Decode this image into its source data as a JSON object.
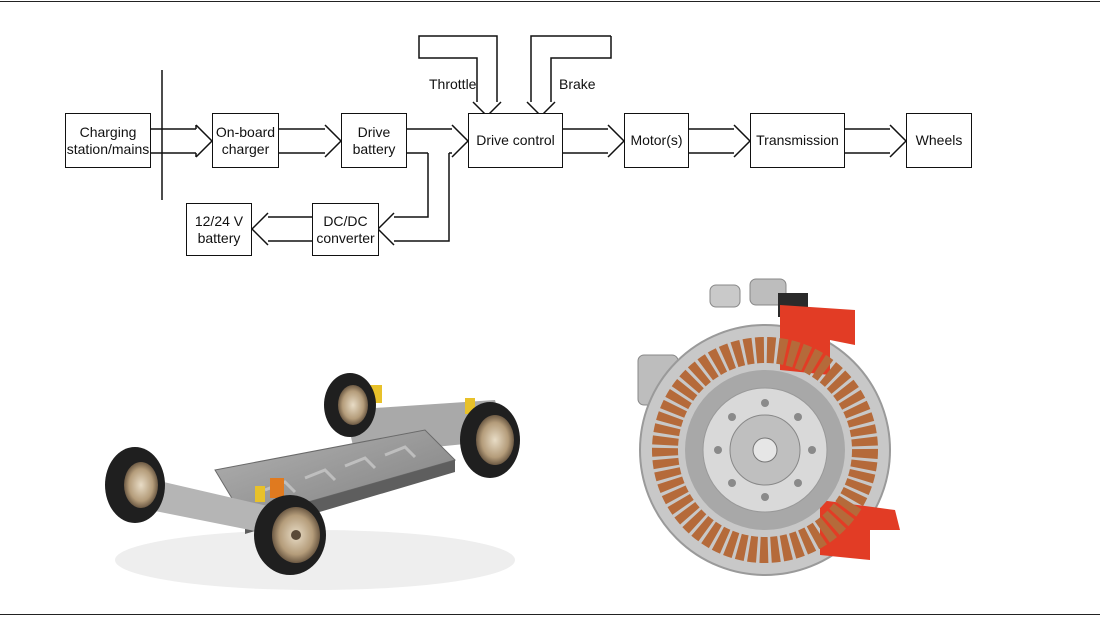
{
  "diagram": {
    "nodes": {
      "charging": "Charging\nstation/mains",
      "onboard": "On-board\ncharger",
      "battery": "Drive\nbattery",
      "control": "Drive control",
      "motor": "Motor(s)",
      "transmission": "Transmission",
      "wheels": "Wheels",
      "dcdc": "DC/DC\nconverter",
      "aux": "12/24 V\nbattery"
    },
    "inputs": {
      "throttle": "Throttle",
      "brake": "Brake"
    }
  },
  "photos": {
    "left": {
      "subject": "EV skateboard chassis with battery pack",
      "colors": {
        "battery": "#9c9c9c",
        "frame": "#b8b8b8",
        "accent": "#e07a1f",
        "tire": "#1f1f1f",
        "rim": "#c9b9a0"
      }
    },
    "right": {
      "subject": "electric motor cutaway",
      "colors": {
        "housing": "#c8c8c8",
        "cut": "#e23c25",
        "copper": "#b56a3a",
        "rotor": "#d9d9d9"
      }
    }
  }
}
